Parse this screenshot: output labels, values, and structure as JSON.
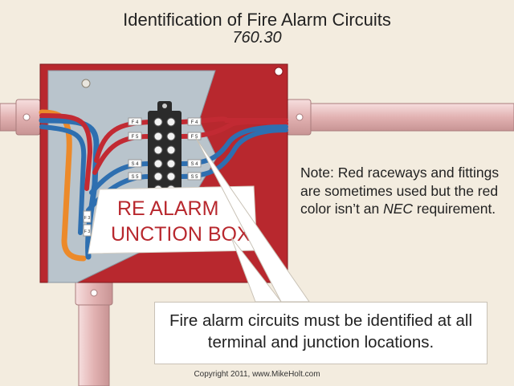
{
  "title": "Identification of Fire Alarm Circuits",
  "subtitle": "760.30",
  "box_label_line1": "RE ALARM",
  "box_label_line2": "UNCTION BOX",
  "note": {
    "prefix": "Note: Red raceways and fittings are sometimes used but the red color isn’t an ",
    "emphasis": "NEC",
    "suffix": " requirement."
  },
  "callout": "Fire alarm circuits must be identified at all terminal and junction locations.",
  "copyright": "Copyright 2011, www.MikeHolt.com",
  "wire_tags": {
    "left_f4": "F 4",
    "left_f5": "F 5",
    "left_s4": "S 4",
    "left_s5": "S 5",
    "right_f4": "F 4",
    "right_f5": "F 5",
    "right_s4": "S 4",
    "right_s5": "S 5",
    "lower_f3": "F 3",
    "lower_f3_b": "F 3"
  },
  "colors": {
    "background": "#f3ecdf",
    "box_red": "#b8282e",
    "box_gray": "#b9c4cc",
    "conduit": "#e8bcbc",
    "wire_red": "#c22a33",
    "wire_blue": "#2e6fb0",
    "wire_orange": "#ec8a2a"
  }
}
